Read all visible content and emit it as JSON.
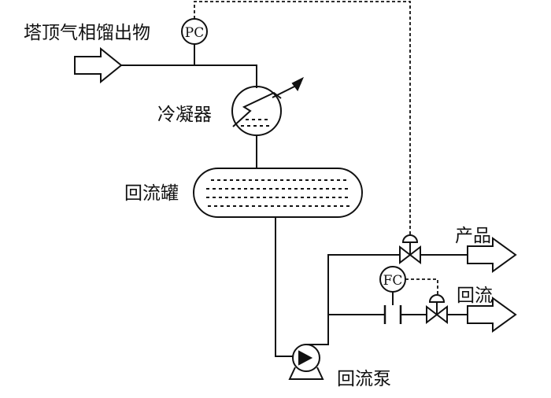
{
  "labels": {
    "overhead_vapor": "塔顶气相馏出物",
    "condenser": "冷凝器",
    "reflux_drum": "回流罐",
    "reflux_pump": "回流泵",
    "product": "产品",
    "reflux": "回流"
  },
  "instruments": {
    "pressure_controller": "PC",
    "flow_controller": "FC"
  },
  "colors": {
    "line": "#111111",
    "background": "#ffffff"
  }
}
